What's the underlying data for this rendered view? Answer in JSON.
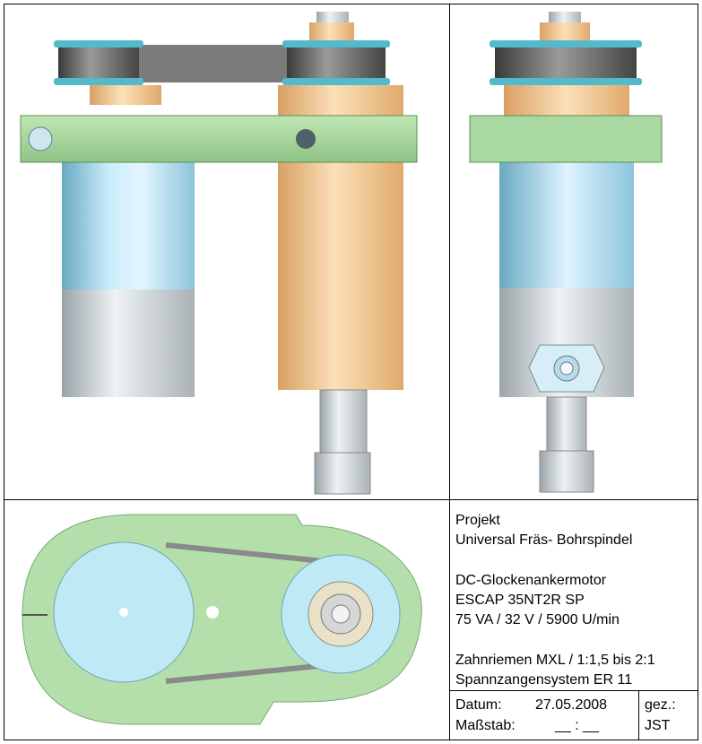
{
  "title_block": {
    "project_label": "Projekt",
    "project_name": "Universal Fräs- Bohrspindel",
    "motor_line1": "DC-Glockenankermotor",
    "motor_line2": "ESCAP 35NT2R SP",
    "motor_line3": "75 VA / 32 V / 5900 U/min",
    "belt_line": "Zahnriemen MXL / 1:1,5 bis 2:1",
    "collet_line": "Spannzangensystem ER 11",
    "date_label": "Datum:",
    "date_value": "27.05.2008",
    "scale_label": "Maßstab:",
    "scale_value": "__ : __",
    "drawn_label": "gez.:",
    "drawn_value": "JST"
  },
  "colors": {
    "bracket_green": "#a9d8a0",
    "motor_blue": "#b8dff0",
    "spindle_orange": "#f1c58f",
    "pulley_teal": "#4fb8c8",
    "belt_gray": "#7a7a7a",
    "collet_silver": "#d8d8d8"
  }
}
